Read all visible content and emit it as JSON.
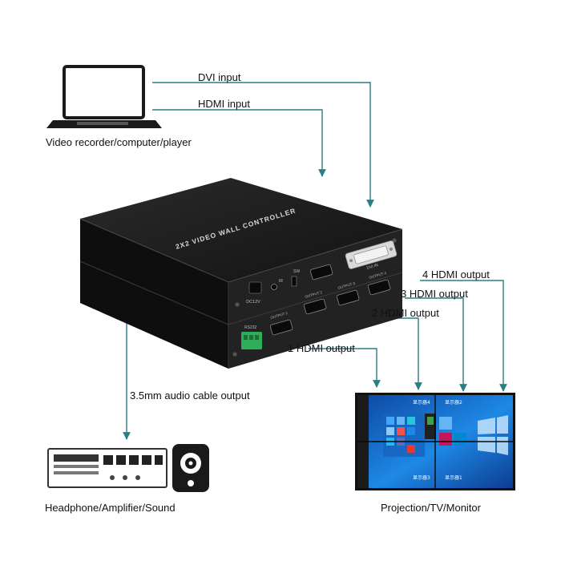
{
  "labels": {
    "dvi_input": "DVI input",
    "hdmi_input": "HDMI input",
    "source": "Video recorder/computer/player",
    "out4": "4 HDMI output",
    "out3": "3 HDMI output",
    "out2": "2 HDMI output",
    "out1": "1 HDMI output",
    "audio_out": "3.5mm audio cable output",
    "audio_dev": "Headphone/Amplifier/Sound",
    "display": "Projection/TV/Monitor"
  },
  "device": {
    "title": "2X2 VIDEO WALL CONTROLLER",
    "dc": "DC12V",
    "ir": "IR",
    "sw": "SW",
    "rs232": "RS232",
    "dvi_port": "DVI IN",
    "out1": "OUTPUT 1",
    "out2": "OUTPUT 2",
    "out3": "OUTPUT 3",
    "out4": "OUTPUT 4"
  },
  "screen": {
    "q1": "显示器1",
    "q2": "显示器2",
    "q3": "显示器3",
    "q4": "显示器4"
  },
  "colors": {
    "line": "#2a7e86",
    "device_body": "#1c1c1c",
    "screen_blue": "#1976d2"
  }
}
